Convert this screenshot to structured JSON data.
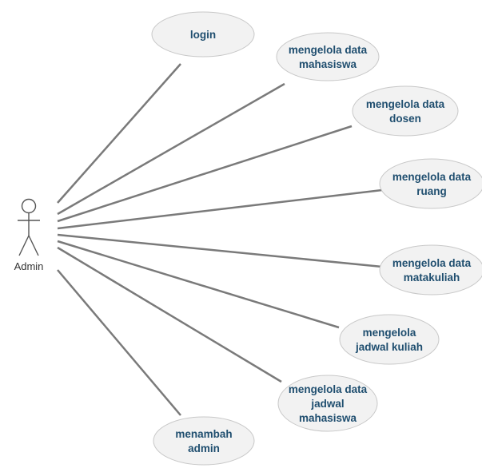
{
  "diagram": {
    "type": "use-case",
    "actor": {
      "name": "Admin"
    },
    "use_cases": [
      {
        "id": "login",
        "lines": [
          "login"
        ]
      },
      {
        "id": "mengelola-data-mahasiswa",
        "lines": [
          "mengelola data",
          "mahasiswa"
        ]
      },
      {
        "id": "mengelola-data-dosen",
        "lines": [
          "mengelola data",
          "dosen"
        ]
      },
      {
        "id": "mengelola-data-ruang",
        "lines": [
          "mengelola data",
          "ruang"
        ]
      },
      {
        "id": "mengelola-data-matakuliah",
        "lines": [
          "mengelola data",
          "matakuliah"
        ]
      },
      {
        "id": "mengelola-jadwal-kuliah",
        "lines": [
          "mengelola",
          "jadwal kuliah"
        ]
      },
      {
        "id": "mengelola-data-jadwal-mahasiswa",
        "lines": [
          "mengelola data",
          "jadwal",
          "mahasiswa"
        ]
      },
      {
        "id": "menambah-admin",
        "lines": [
          "menambah",
          "admin"
        ]
      }
    ]
  }
}
